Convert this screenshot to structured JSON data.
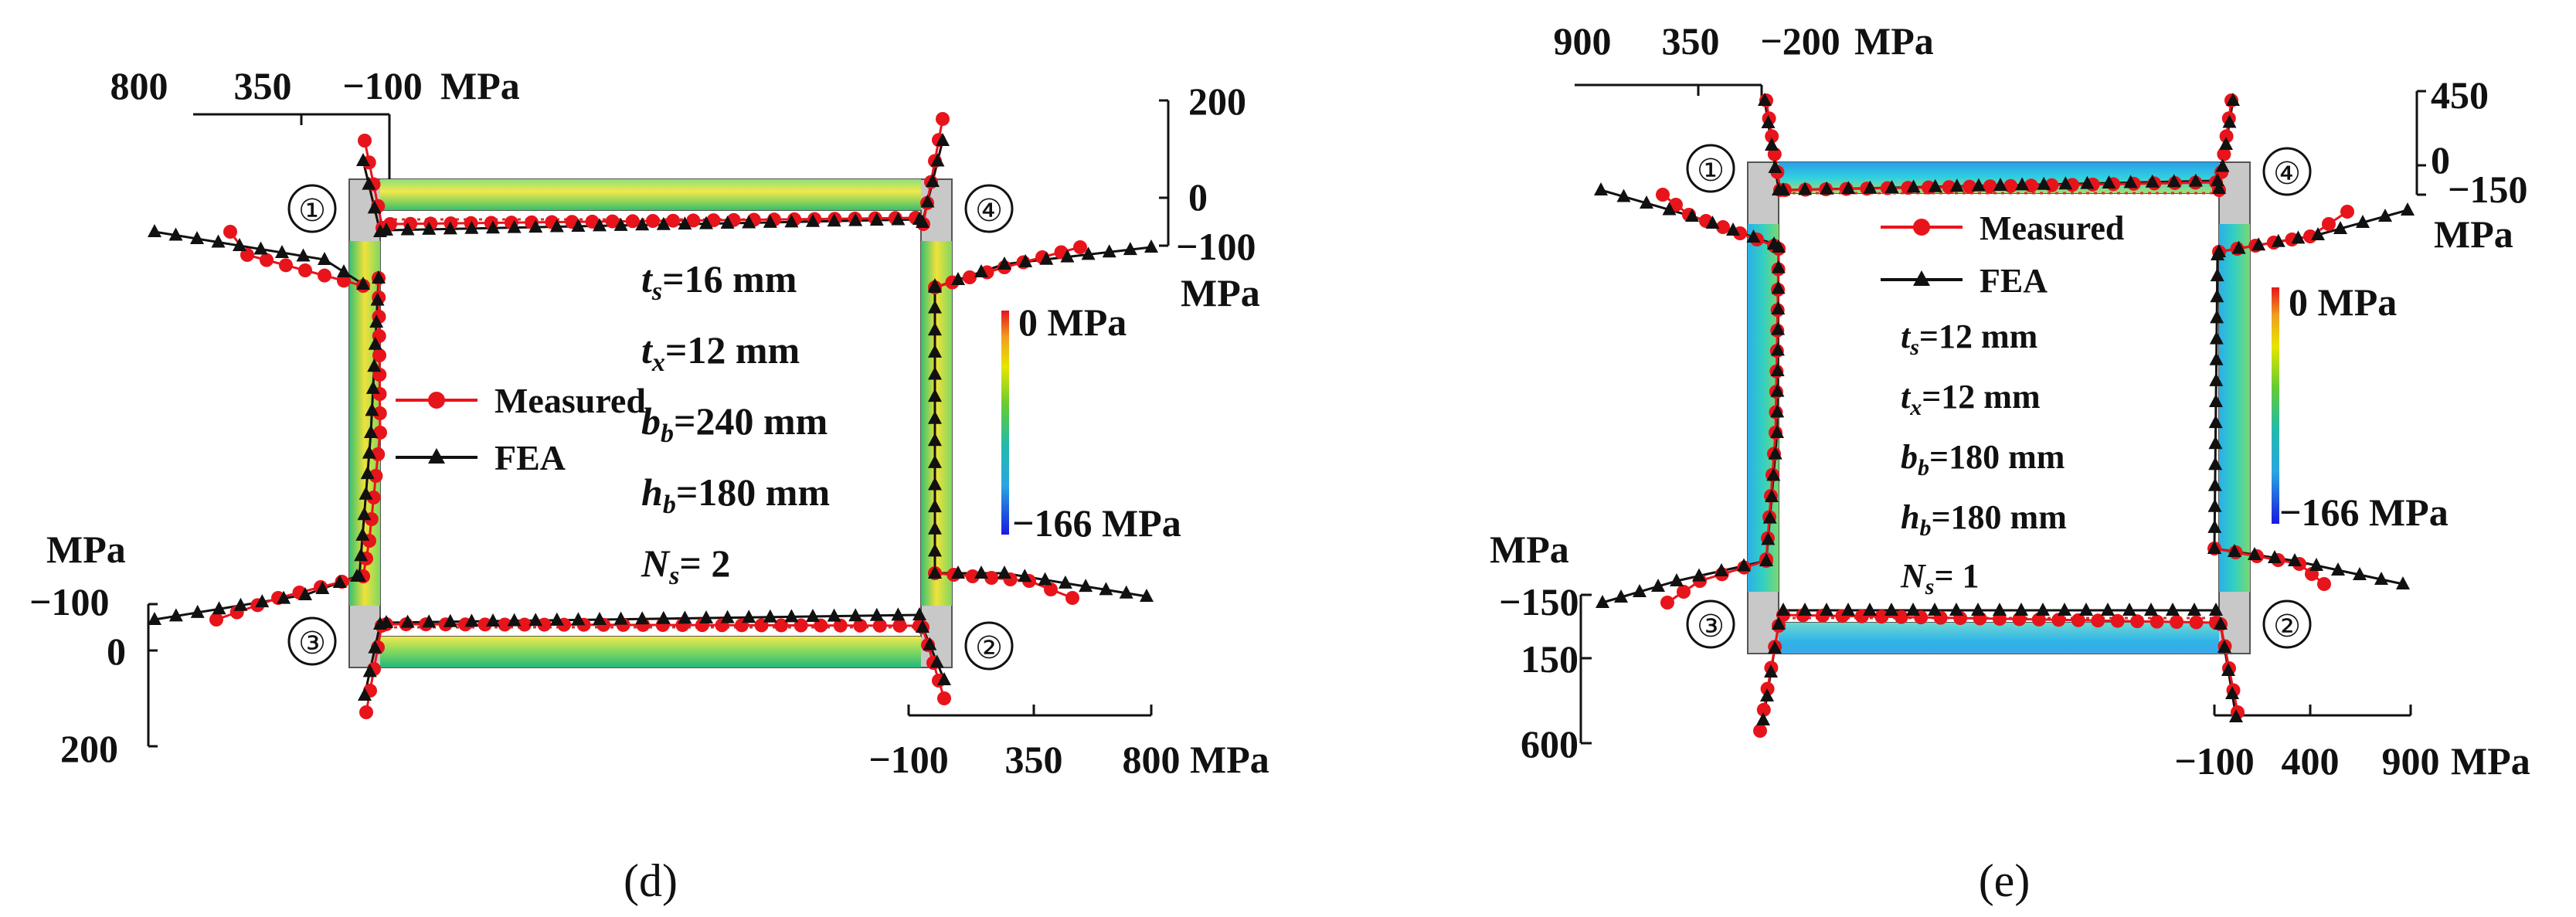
{
  "panels": [
    {
      "id": "d",
      "caption": "(d)",
      "params": {
        "ts": "t",
        "ts_sub": "s",
        "ts_val": "=16 mm",
        "tx": "t",
        "tx_sub": "x",
        "tx_val": "=12 mm",
        "bb": "b",
        "bb_sub": "b",
        "bb_val": "=240 mm",
        "hb": "h",
        "hb_sub": "b",
        "hb_val": "=180 mm",
        "ns": "N",
        "ns_sub": "s",
        "ns_val": "= 2"
      },
      "legend": {
        "measured": "Measured",
        "fea": "FEA"
      },
      "colorbar": {
        "max": "0 MPa",
        "min": "−166 MPa"
      },
      "corners": [
        "①",
        "②",
        "③",
        "④"
      ],
      "scale_top": {
        "ticks": [
          "800",
          "350",
          "−100"
        ],
        "unit": "MPa"
      },
      "scale_right": {
        "ticks": [
          "200",
          "0",
          "−100"
        ],
        "unit": "MPa"
      },
      "scale_left": {
        "ticks": [
          "−100",
          "0",
          "200"
        ],
        "unit": "MPa"
      },
      "scale_bottom": {
        "ticks": [
          "−100",
          "350",
          "800"
        ],
        "unit": "MPa"
      }
    },
    {
      "id": "e",
      "caption": "(e)",
      "params": {
        "ts": "t",
        "ts_sub": "s",
        "ts_val": "=12 mm",
        "tx": "t",
        "tx_sub": "x",
        "tx_val": "=12 mm",
        "bb": "b",
        "bb_sub": "b",
        "bb_val": "=180 mm",
        "hb": "h",
        "hb_sub": "b",
        "hb_val": "=180 mm",
        "ns": "N",
        "ns_sub": "s",
        "ns_val": "= 1"
      },
      "legend": {
        "measured": "Measured",
        "fea": "FEA"
      },
      "colorbar": {
        "max": "0 MPa",
        "min": "−166 MPa"
      },
      "corners": [
        "①",
        "②",
        "③",
        "④"
      ],
      "scale_top": {
        "ticks": [
          "900",
          "350",
          "−200"
        ],
        "unit": "MPa"
      },
      "scale_right": {
        "ticks": [
          "450",
          "0",
          "−150"
        ],
        "unit": "MPa"
      },
      "scale_left": {
        "ticks": [
          "−150",
          "150",
          "600"
        ],
        "unit": "MPa"
      },
      "scale_bottom": {
        "ticks": [
          "−100",
          "400",
          "900"
        ],
        "unit": "MPa"
      }
    }
  ],
  "colors": {
    "measured": "#e8141b",
    "fea": "#111111",
    "frame_fill": "#c8c8c8",
    "cb_top": "#e8141b",
    "cb_bottom": "#1a1ae0"
  }
}
